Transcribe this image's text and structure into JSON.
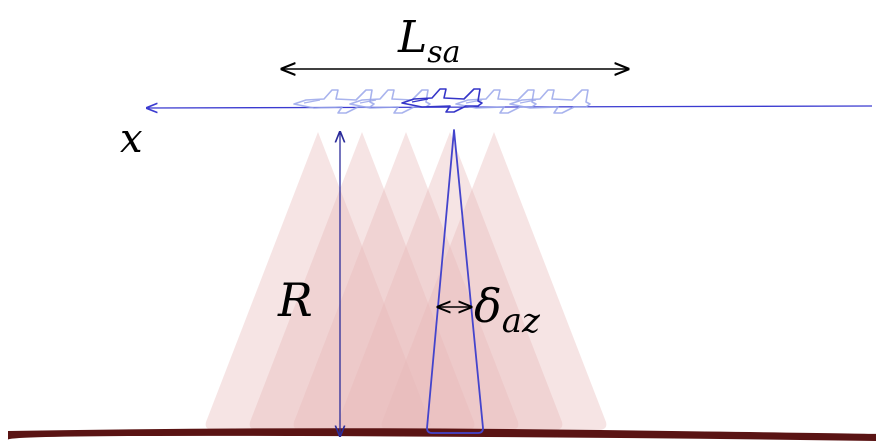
{
  "diagram": {
    "labels": {
      "synthetic_aperture_main": "L",
      "synthetic_aperture_sub": "sa",
      "track_axis": "x",
      "range": "R",
      "resolution_main": "δ",
      "resolution_sub": "az"
    },
    "colors": {
      "ground": "#5a1414",
      "beam_fill": "#e8b7b7",
      "track_line": "#3b3bd0",
      "aircraft_faded": "#9aa6ea",
      "aircraft_active": "#3535c8",
      "synthetic_beam_stroke": "#4444cc",
      "dimension_arrow": "#000000",
      "range_arrow": "#2b2b9a"
    },
    "beam_count": 5
  }
}
